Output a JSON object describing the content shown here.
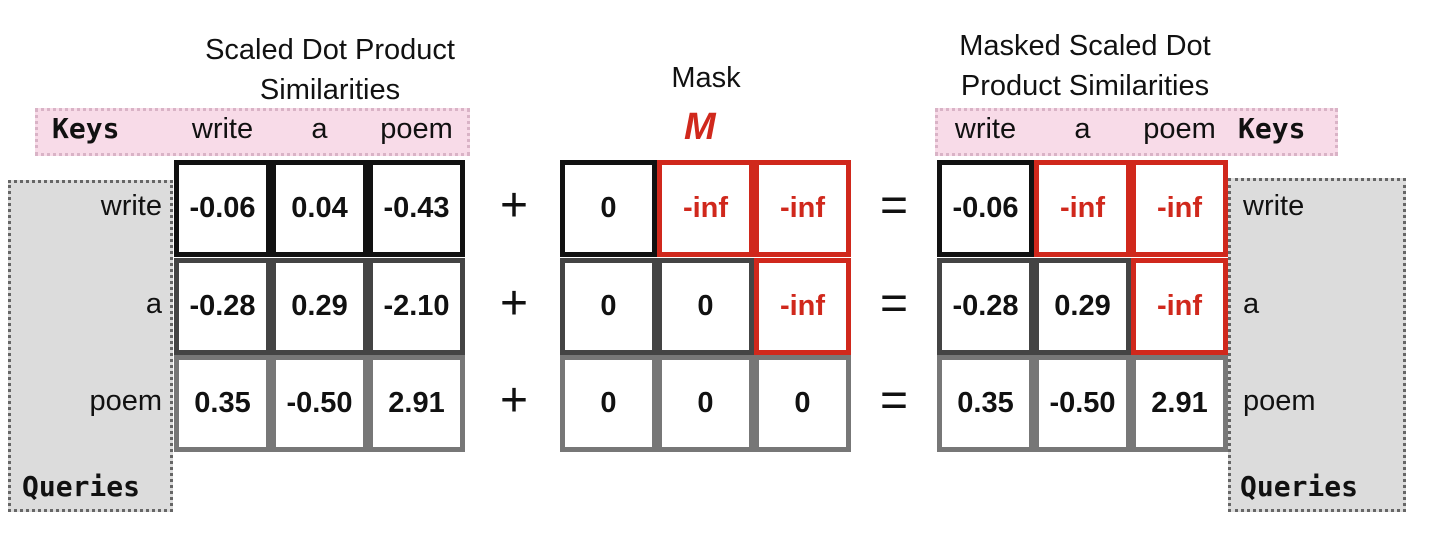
{
  "left": {
    "title": [
      "Scaled Dot Product",
      "Similarities"
    ],
    "keys_label": "Keys",
    "queries_label": "Queries",
    "keys": [
      "write",
      "a",
      "poem"
    ],
    "queries": [
      "write",
      "a",
      "poem"
    ],
    "values": [
      [
        "-0.06",
        "0.04",
        "-0.43"
      ],
      [
        "-0.28",
        "0.29",
        "-2.10"
      ],
      [
        "0.35",
        "-0.50",
        "2.91"
      ]
    ]
  },
  "mask": {
    "title": "Mask",
    "symbol": "M",
    "values": [
      [
        "0",
        "-inf",
        "-inf"
      ],
      [
        "0",
        "0",
        "-inf"
      ],
      [
        "0",
        "0",
        "0"
      ]
    ]
  },
  "right": {
    "title": [
      "Masked Scaled Dot",
      "Product Similarities"
    ],
    "keys_label": "Keys",
    "queries_label": "Queries",
    "keys": [
      "write",
      "a",
      "poem"
    ],
    "queries": [
      "write",
      "a",
      "poem"
    ],
    "values": [
      [
        "-0.06",
        "-inf",
        "-inf"
      ],
      [
        "-0.28",
        "0.29",
        "-inf"
      ],
      [
        "0.35",
        "-0.50",
        "2.91"
      ]
    ]
  },
  "operators": {
    "plus": "+",
    "equals": "="
  },
  "colors": {
    "mask_red": "#d0281c",
    "keys_bg": "#f8dbe8",
    "queries_bg": "#dcdcdc"
  }
}
